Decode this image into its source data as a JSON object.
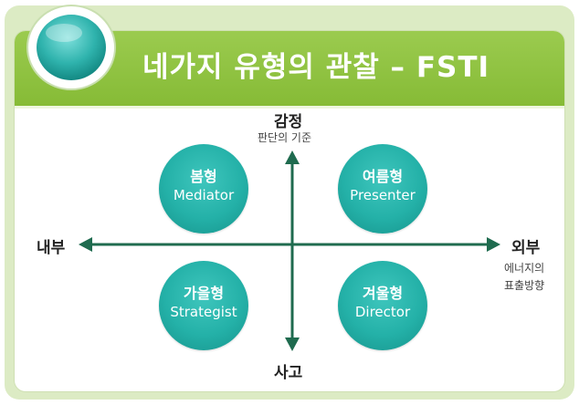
{
  "header": {
    "title": "네가지 유형의 관찰 – FSTI"
  },
  "axes": {
    "top": {
      "label": "감정",
      "sublabel": "판단의 기준"
    },
    "bottom": {
      "label": "사고"
    },
    "left": {
      "label": "내부"
    },
    "right": {
      "label": "외부",
      "sublabel_line1": "에너지의",
      "sublabel_line2": "표출방향"
    }
  },
  "quadrants": {
    "top_left": {
      "label_kr": "봄형",
      "label_en": "Mediator"
    },
    "top_right": {
      "label_kr": "여름형",
      "label_en": "Presenter"
    },
    "bottom_left": {
      "label_kr": "가을형",
      "label_en": "Strategist"
    },
    "bottom_right": {
      "label_kr": "겨울형",
      "label_en": "Director"
    }
  },
  "colors": {
    "banner": "#8dc13f",
    "bubble": "#24b1a8",
    "arrow": "#1f6b4f",
    "frame": "#dcebc4"
  },
  "icons": [
    "globe-badge-icon",
    "arrow-up-icon",
    "arrow-down-icon",
    "arrow-left-icon",
    "arrow-right-icon"
  ]
}
